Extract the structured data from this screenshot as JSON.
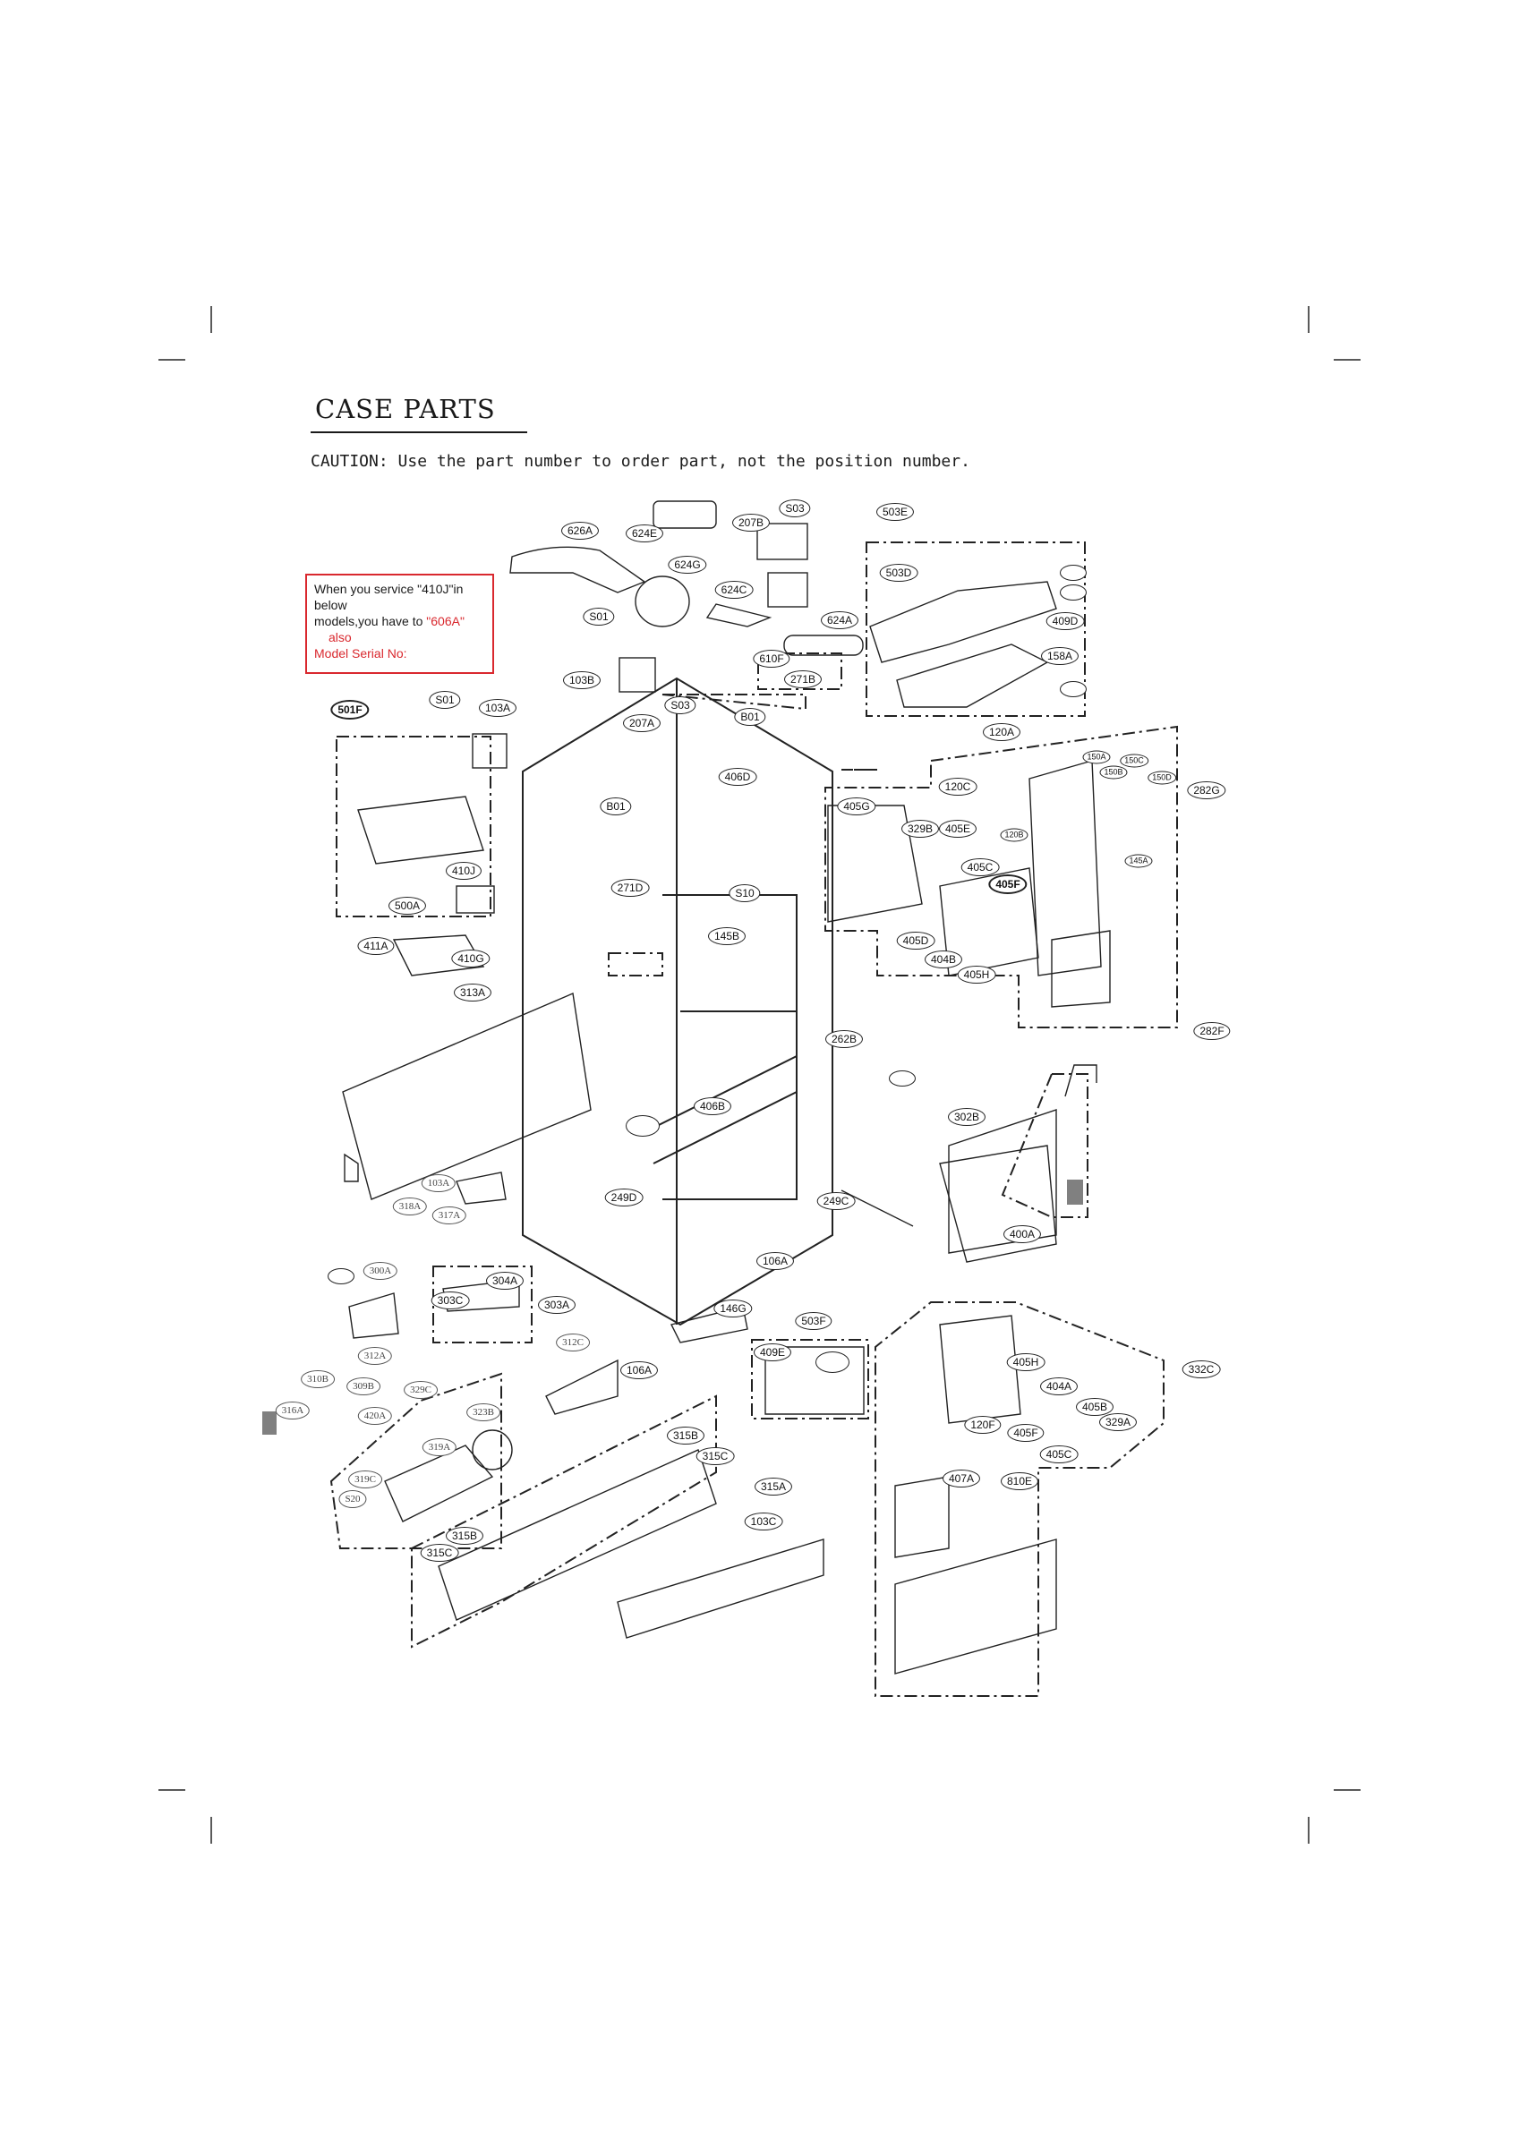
{
  "page": {
    "title": "CASE PARTS",
    "caution": "CAUTION: Use the part number to order part, not the position number."
  },
  "notice": {
    "line1": "When you service \"410J\"in below",
    "line2_prefix": "models,you have to ",
    "line2_code": "\"606A\"",
    "line3": "also",
    "line4": "Model Serial No:"
  },
  "callouts": [
    "626A",
    "624E",
    "207B",
    "S03",
    "503E",
    "624G",
    "503D",
    "624C",
    "S01",
    "624A",
    "409D",
    "610F",
    "158A",
    "103B",
    "271B",
    "501F",
    "S01",
    "103A",
    "S03",
    "207A",
    "B01",
    "120A",
    "150A",
    "150C",
    "150B",
    "150D",
    "282G",
    "406D",
    "120C",
    "B01",
    "405G",
    "329B",
    "405E",
    "120B",
    "145A",
    "410J",
    "405C",
    "405F",
    "271D",
    "S10",
    "500A",
    "145B",
    "405D",
    "411A",
    "410G",
    "404B",
    "405H",
    "313A",
    "282F",
    "262B",
    "406B",
    "302B",
    "103A",
    "318A",
    "317A",
    "249D",
    "249C",
    "400A",
    "300A",
    "106A",
    "304A",
    "303C",
    "303A",
    "146G",
    "503F",
    "312C",
    "312A",
    "409E",
    "106A",
    "332C",
    "310B",
    "309B",
    "329C",
    "405H",
    "404A",
    "316A",
    "420A",
    "323B",
    "405B",
    "329A",
    "120F",
    "405F",
    "315B",
    "405C",
    "319A",
    "315C",
    "319C",
    "407A",
    "810E",
    "315A",
    "S20",
    "103C",
    "315B",
    "315C"
  ],
  "colors": {
    "ink": "#222222",
    "notice_border": "#d9282e",
    "notice_red_text": "#d9282e",
    "marker_gray": "#808080"
  }
}
